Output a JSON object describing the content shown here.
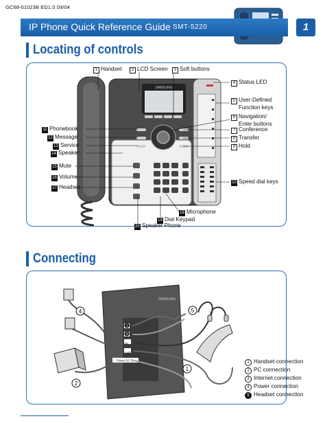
{
  "doc_code": "GC68-01023B ED1.0 09/04",
  "header": {
    "title": "IP Phone Quick Reference Guide",
    "model": "SMT-5220",
    "page_badge": "1"
  },
  "section1": {
    "title": "Locating of controls",
    "brand": "SAMSUNG",
    "labels": {
      "handset": "Handset",
      "lcd": "LCD Screen",
      "soft": "Soft buttons",
      "status_led": "Status LED",
      "user_defined_1": "User-Defined",
      "user_defined_2": "Function keys",
      "nav_1": "Navigation/",
      "nav_2": "Enter buttons",
      "conference": "Conference",
      "transfer": "Transfer",
      "hold": "Hold",
      "speed_dial": "Speed dial keys",
      "phonebook": "Phonebook",
      "message": "Message",
      "service": "Service",
      "speaker": "Speaker",
      "mute": "Mute",
      "volume": "Volume",
      "headset": "Headset",
      "microphone": "Microphone",
      "dial_keypad": "Dial Keypad",
      "speaker_phone": "Speaker Phone"
    },
    "numbers": {
      "handset": "1",
      "lcd": "2",
      "soft": "3",
      "status_led": "4",
      "user_defined": "5",
      "nav": "6",
      "conference": "7",
      "transfer": "8",
      "hold": "9",
      "speed_dial": "10",
      "phonebook": "11",
      "message": "12",
      "service": "13",
      "speaker": "14",
      "mute": "15",
      "volume": "16",
      "headset": "17",
      "microphone": "18",
      "dial_keypad": "19",
      "speaker_phone": "20"
    }
  },
  "section2": {
    "title": "Connecting",
    "brand": "SAMSUNG",
    "legend": [
      {
        "num": "1",
        "text": "Handset connection"
      },
      {
        "num": "2",
        "text": "PC connection"
      },
      {
        "num": "3",
        "text": "Internet connection"
      },
      {
        "num": "4",
        "text": "Power connection"
      },
      {
        "num": "5",
        "text": "Headset connection"
      }
    ],
    "ports": {
      "pc": "PC",
      "lan": "LAN",
      "power": "Power DC 5V"
    }
  },
  "colors": {
    "accent": "#1b5ea6",
    "panel_border": "#2f6fb3"
  }
}
